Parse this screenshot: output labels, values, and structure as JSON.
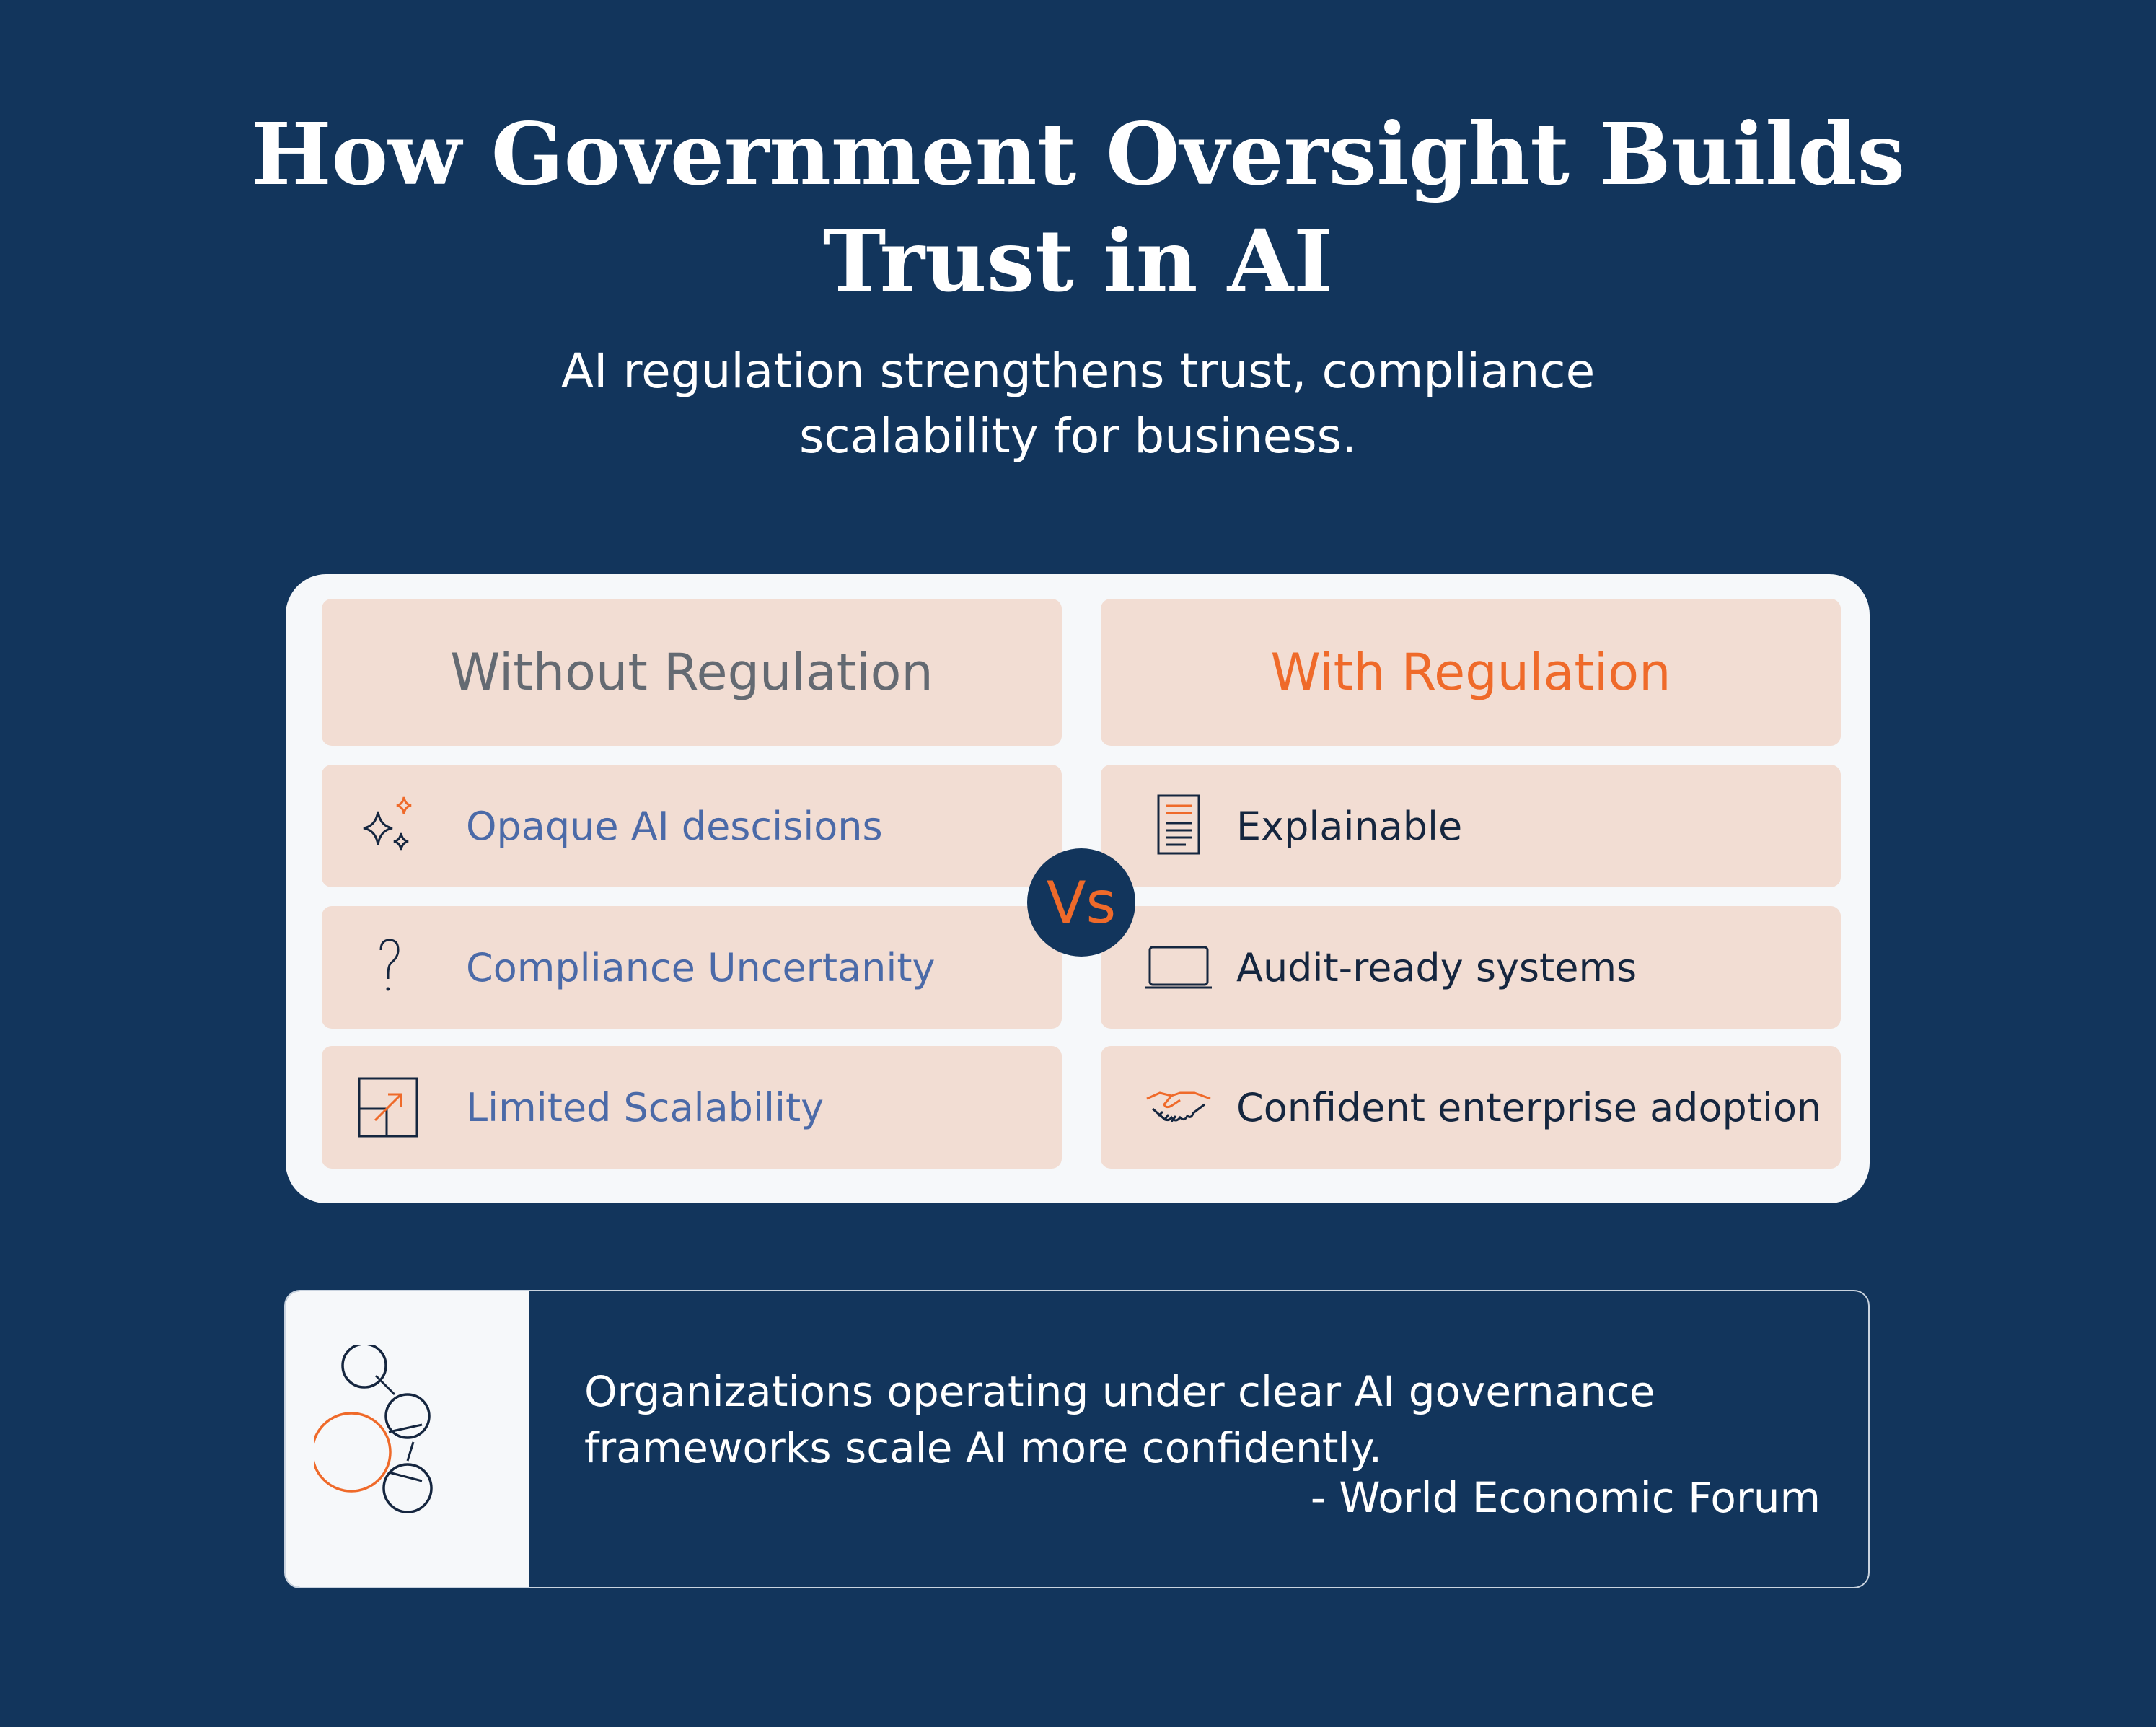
{
  "header": {
    "title_line1": "How Government Oversight Builds",
    "title_line2": "Trust in AI",
    "subtitle_line1": "AI regulation strengthens trust, compliance",
    "subtitle_line2": "scalability for business."
  },
  "comparison": {
    "left_header": "Without Regulation",
    "right_header": "With Regulation",
    "vs_label": "Vs",
    "left_items": [
      {
        "label": "Opaque AI descisions",
        "icon": "sparkles-icon"
      },
      {
        "label": "Compliance Uncertanity",
        "icon": "question-mark-icon"
      },
      {
        "label": "Limited Scalability",
        "icon": "scale-up-arrow-icon"
      }
    ],
    "right_items": [
      {
        "label": "Explainable",
        "icon": "document-icon"
      },
      {
        "label": "Audit-ready systems",
        "icon": "laptop-icon"
      },
      {
        "label": "Confident enterprise adoption",
        "icon": "handshake-icon"
      }
    ]
  },
  "quote": {
    "line1": "Organizations operating under clear AI governance",
    "line2": "frameworks scale AI more confidently.",
    "source": "- World Economic Forum",
    "icon": "network-nodes-icon"
  },
  "colors": {
    "background": "#12355c",
    "accent_orange": "#ef6a2a",
    "cell_fill": "#f2ddd3",
    "card_fill": "#f6f8fa",
    "left_text": "#4b6aa8"
  }
}
